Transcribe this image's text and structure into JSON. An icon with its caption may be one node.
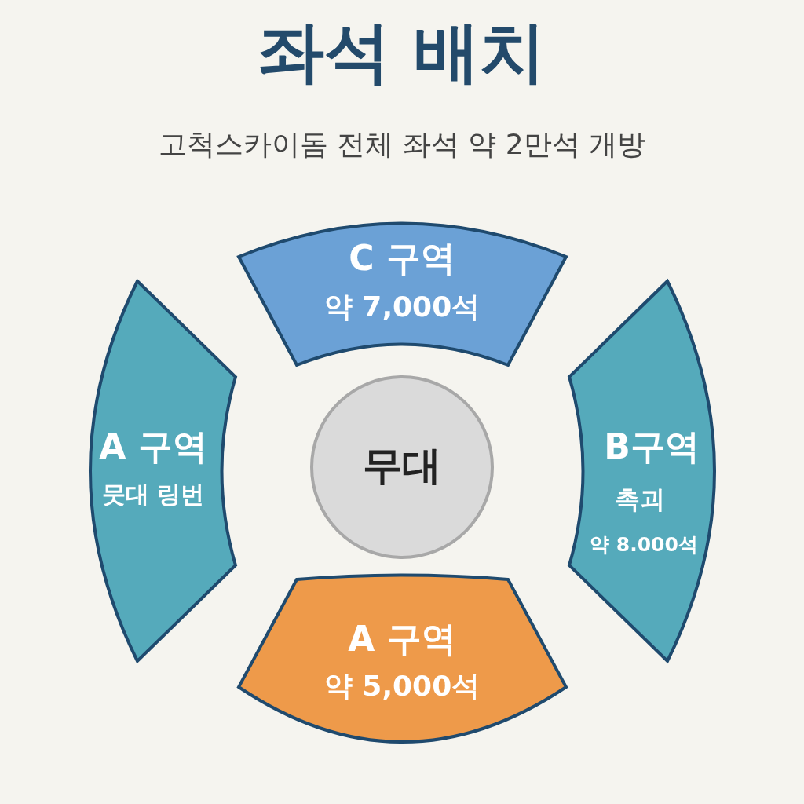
{
  "diagram": {
    "title": "좌석 배치",
    "nodes": [
      {
        "text": [
          "C 구역",
          "약 7,000석"
        ]
      },
      {
        "text": [
          "A 구역",
          "뭇대 링번"
        ]
      },
      {
        "text": [
          "B구역",
          "촉괴",
          "약 8.000석"
        ]
      },
      {
        "text": [
          "A 구역",
          "약 5,000석"
        ]
      },
      {
        "text": [
          "무대"
        ]
      }
    ],
    "labels": [
      "고척스카이돔 전체 좌석 약 2만석 개방"
    ]
  }
}
